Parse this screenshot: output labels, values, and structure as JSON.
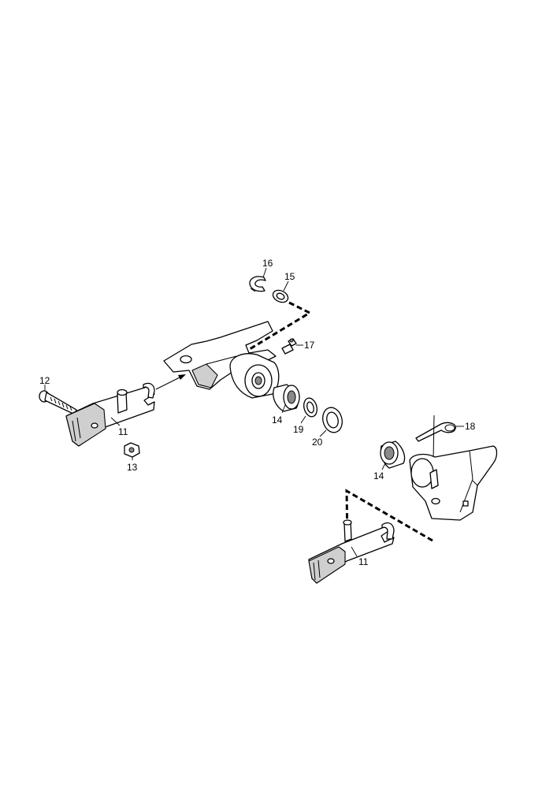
{
  "diagram": {
    "callouts": {
      "c11_left": "11",
      "c11_right": "11",
      "c12": "12",
      "c13": "13",
      "c14_upper": "14",
      "c14_lower": "14",
      "c15": "15",
      "c16": "16",
      "c17": "17",
      "c18": "18",
      "c19": "19",
      "c20": "20"
    }
  }
}
